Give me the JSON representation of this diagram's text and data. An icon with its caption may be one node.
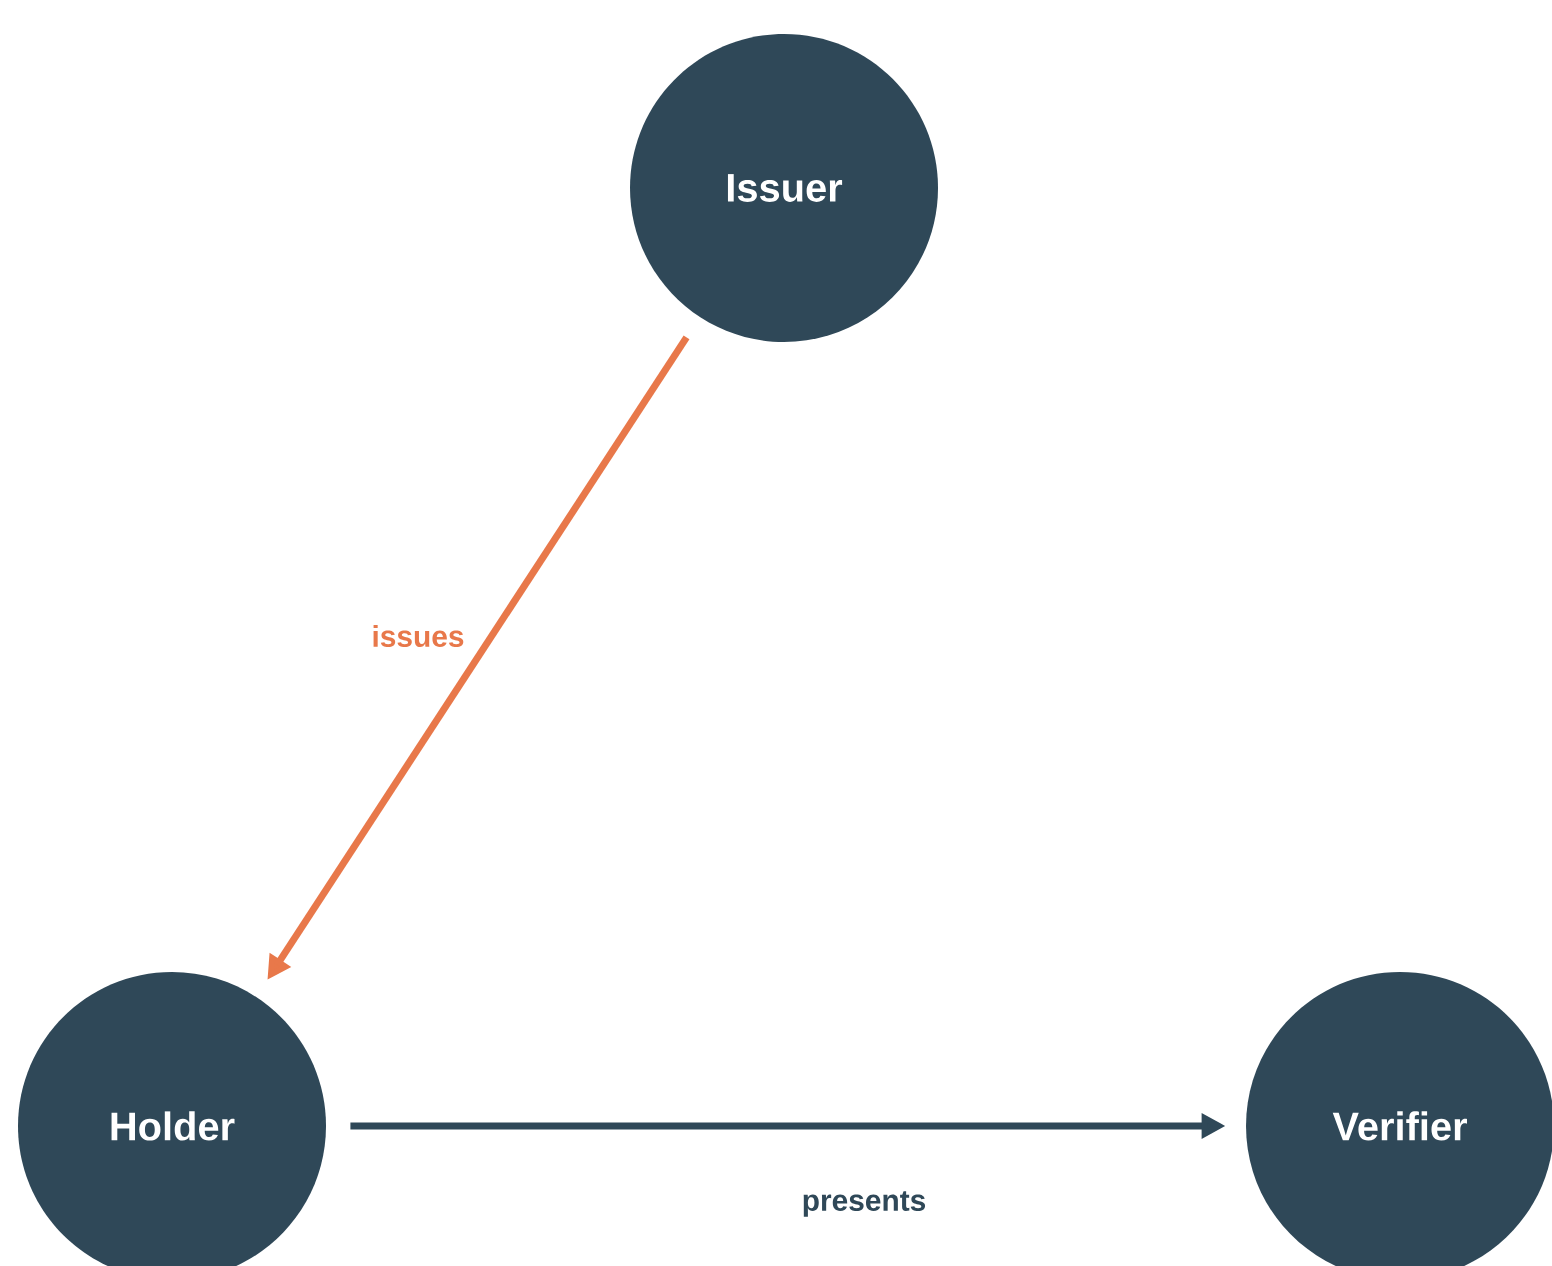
{
  "diagram": {
    "nodes": [
      {
        "text": [
          "Issuer"
        ]
      },
      {
        "text": [
          "Holder"
        ]
      },
      {
        "text": [
          "Verifier"
        ]
      }
    ],
    "edges": [
      {
        "from": 0,
        "to": 1,
        "arrow": "to",
        "label": "issues",
        "color": "#e8784a"
      },
      {
        "from": 1,
        "to": 2,
        "arrow": "to",
        "label": "presents",
        "color": "#2f4858"
      }
    ]
  }
}
